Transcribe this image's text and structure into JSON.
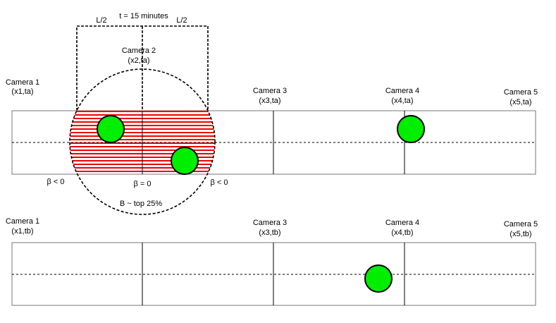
{
  "title": "t = 15 minutes",
  "half_length_label": "L/2",
  "colors": {
    "vehicle": "#00ee00",
    "hatch": "#ee0000",
    "line": "#000000",
    "road_border": "#777777"
  },
  "row_a": {
    "cameras": [
      {
        "name": "Camera 1",
        "coord": "(x1,ta)"
      },
      {
        "name": "Camera 2",
        "coord": "(x2,ta)"
      },
      {
        "name": "Camera 3",
        "coord": "(x3,ta)"
      },
      {
        "name": "Camera 4",
        "coord": "(x4,ta)"
      },
      {
        "name": "Camera 5",
        "coord": "(x5,ta)"
      }
    ],
    "beta_left": "β < 0",
    "beta_center": "β = 0",
    "beta_right": "β < 0",
    "region_label": "B ~ top 25%"
  },
  "row_b": {
    "cameras": [
      {
        "name": "Camera 1",
        "coord": "(x1,tb)"
      },
      {
        "name": "Camera 3",
        "coord": "(x3,tb)"
      },
      {
        "name": "Camera 4",
        "coord": "(x4,tb)"
      },
      {
        "name": "Camera 5",
        "coord": "(x5,tb)"
      }
    ]
  }
}
